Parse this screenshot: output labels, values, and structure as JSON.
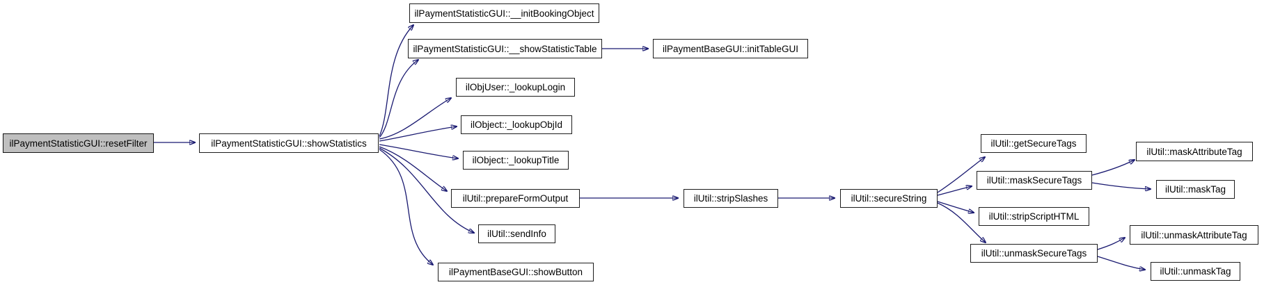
{
  "diagram": {
    "type": "call-graph",
    "colors": {
      "edge": "#191970",
      "node_fill": "#ffffff",
      "node_border": "#1c1c1c",
      "highlighted_node_fill": "#bfbfbf",
      "text": "#000000",
      "background": "#ffffff"
    },
    "nodes": [
      {
        "id": "resetFilter",
        "label": "ilPaymentStatisticGUI::resetFilter",
        "highlighted": true
      },
      {
        "id": "showStatistics",
        "label": "ilPaymentStatisticGUI::showStatistics",
        "highlighted": false
      },
      {
        "id": "initBookingObject",
        "label": "ilPaymentStatisticGUI::__initBookingObject",
        "highlighted": false
      },
      {
        "id": "showStatisticTable",
        "label": "ilPaymentStatisticGUI::__showStatisticTable",
        "highlighted": false
      },
      {
        "id": "initTableGUI",
        "label": "ilPaymentBaseGUI::initTableGUI",
        "highlighted": false
      },
      {
        "id": "lookupLogin",
        "label": "ilObjUser::_lookupLogin",
        "highlighted": false
      },
      {
        "id": "lookupObjId",
        "label": "ilObject::_lookupObjId",
        "highlighted": false
      },
      {
        "id": "lookupTitle",
        "label": "ilObject::_lookupTitle",
        "highlighted": false
      },
      {
        "id": "prepareFormOutput",
        "label": "ilUtil::prepareFormOutput",
        "highlighted": false
      },
      {
        "id": "sendInfo",
        "label": "ilUtil::sendInfo",
        "highlighted": false
      },
      {
        "id": "showButton",
        "label": "ilPaymentBaseGUI::showButton",
        "highlighted": false
      },
      {
        "id": "stripSlashes",
        "label": "ilUtil::stripSlashes",
        "highlighted": false
      },
      {
        "id": "secureString",
        "label": "ilUtil::secureString",
        "highlighted": false
      },
      {
        "id": "getSecureTags",
        "label": "ilUtil::getSecureTags",
        "highlighted": false
      },
      {
        "id": "maskSecureTags",
        "label": "ilUtil::maskSecureTags",
        "highlighted": false
      },
      {
        "id": "stripScriptHTML",
        "label": "ilUtil::stripScriptHTML",
        "highlighted": false
      },
      {
        "id": "unmaskSecureTags",
        "label": "ilUtil::unmaskSecureTags",
        "highlighted": false
      },
      {
        "id": "maskAttributeTag",
        "label": "ilUtil::maskAttributeTag",
        "highlighted": false
      },
      {
        "id": "maskTag",
        "label": "ilUtil::maskTag",
        "highlighted": false
      },
      {
        "id": "unmaskAttributeTag",
        "label": "ilUtil::unmaskAttributeTag",
        "highlighted": false
      },
      {
        "id": "unmaskTag",
        "label": "ilUtil::unmaskTag",
        "highlighted": false
      }
    ],
    "edges": [
      {
        "from": "resetFilter",
        "to": "showStatistics"
      },
      {
        "from": "showStatistics",
        "to": "initBookingObject"
      },
      {
        "from": "showStatistics",
        "to": "showStatisticTable"
      },
      {
        "from": "showStatistics",
        "to": "lookupLogin"
      },
      {
        "from": "showStatistics",
        "to": "lookupObjId"
      },
      {
        "from": "showStatistics",
        "to": "lookupTitle"
      },
      {
        "from": "showStatistics",
        "to": "prepareFormOutput"
      },
      {
        "from": "showStatistics",
        "to": "sendInfo"
      },
      {
        "from": "showStatistics",
        "to": "showButton"
      },
      {
        "from": "showStatisticTable",
        "to": "initTableGUI"
      },
      {
        "from": "prepareFormOutput",
        "to": "stripSlashes"
      },
      {
        "from": "stripSlashes",
        "to": "secureString"
      },
      {
        "from": "secureString",
        "to": "getSecureTags"
      },
      {
        "from": "secureString",
        "to": "maskSecureTags"
      },
      {
        "from": "secureString",
        "to": "stripScriptHTML"
      },
      {
        "from": "secureString",
        "to": "unmaskSecureTags"
      },
      {
        "from": "maskSecureTags",
        "to": "maskAttributeTag"
      },
      {
        "from": "maskSecureTags",
        "to": "maskTag"
      },
      {
        "from": "unmaskSecureTags",
        "to": "unmaskAttributeTag"
      },
      {
        "from": "unmaskSecureTags",
        "to": "unmaskTag"
      }
    ]
  }
}
